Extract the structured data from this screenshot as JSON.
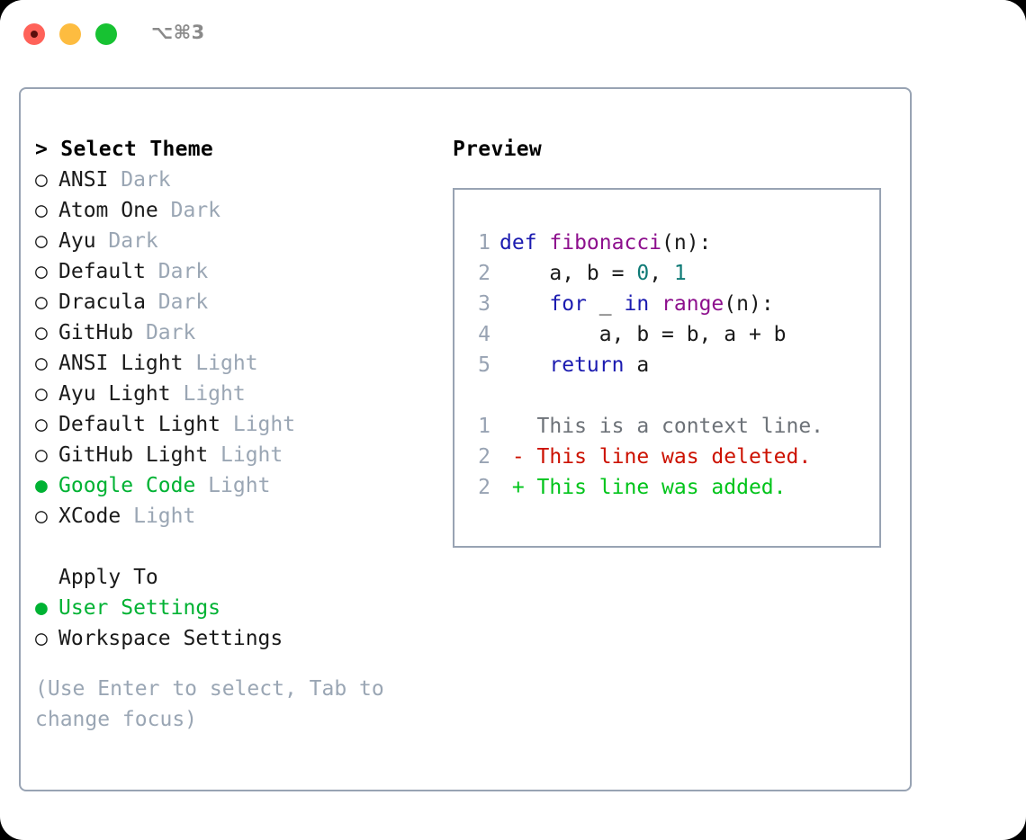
{
  "titlebar": {
    "shortcut": "⌥⌘3",
    "buttons": [
      {
        "name": "close",
        "color": "#ff6259"
      },
      {
        "name": "minimize",
        "color": "#fdbc40"
      },
      {
        "name": "maximize",
        "color": "#17c232"
      }
    ]
  },
  "colors": {
    "selection_green": "#00b233",
    "dim_gray": "#9aa6b4",
    "border": "#98a3b3",
    "keyword": "#1b1bb0",
    "function": "#8d0f8d",
    "number": "#0f7a76",
    "diff_delete": "#cc1100",
    "diff_add": "#00c41a",
    "context": "#6d7278"
  },
  "theme_picker": {
    "header": "> Select Theme",
    "items": [
      {
        "marker": "○",
        "name": "ANSI",
        "variant": "Dark",
        "selected": false
      },
      {
        "marker": "○",
        "name": "Atom One",
        "variant": "Dark",
        "selected": false
      },
      {
        "marker": "○",
        "name": "Ayu",
        "variant": "Dark",
        "selected": false
      },
      {
        "marker": "○",
        "name": "Default",
        "variant": "Dark",
        "selected": false
      },
      {
        "marker": "○",
        "name": "Dracula",
        "variant": "Dark",
        "selected": false
      },
      {
        "marker": "○",
        "name": "GitHub",
        "variant": "Dark",
        "selected": false
      },
      {
        "marker": "○",
        "name": "ANSI Light",
        "variant": "Light",
        "selected": false
      },
      {
        "marker": "○",
        "name": "Ayu Light",
        "variant": "Light",
        "selected": false
      },
      {
        "marker": "○",
        "name": "Default Light",
        "variant": "Light",
        "selected": false
      },
      {
        "marker": "○",
        "name": "GitHub Light",
        "variant": "Light",
        "selected": false
      },
      {
        "marker": "●",
        "name": "Google Code",
        "variant": "Light",
        "selected": true
      },
      {
        "marker": "○",
        "name": "XCode",
        "variant": "Light",
        "selected": false
      }
    ]
  },
  "apply_to": {
    "title": "Apply To",
    "options": [
      {
        "marker": "●",
        "label": "User Settings",
        "selected": true
      },
      {
        "marker": "○",
        "label": "Workspace Settings",
        "selected": false
      }
    ]
  },
  "hint": "(Use Enter to select, Tab to change focus)",
  "preview": {
    "title": "Preview",
    "code_lines": [
      {
        "lineno": "1",
        "tokens": [
          {
            "text": "def ",
            "type": "kw"
          },
          {
            "text": "fibonacci",
            "type": "fn"
          },
          {
            "text": "(n):",
            "type": "plain"
          }
        ]
      },
      {
        "lineno": "2",
        "tokens": [
          {
            "text": "    a, b = ",
            "type": "plain"
          },
          {
            "text": "0",
            "type": "num"
          },
          {
            "text": ", ",
            "type": "plain"
          },
          {
            "text": "1",
            "type": "num"
          }
        ]
      },
      {
        "lineno": "3",
        "tokens": [
          {
            "text": "    ",
            "type": "plain"
          },
          {
            "text": "for",
            "type": "kw"
          },
          {
            "text": " _ ",
            "type": "plain"
          },
          {
            "text": "in",
            "type": "kw"
          },
          {
            "text": " ",
            "type": "plain"
          },
          {
            "text": "range",
            "type": "fn"
          },
          {
            "text": "(n):",
            "type": "plain"
          }
        ]
      },
      {
        "lineno": "4",
        "tokens": [
          {
            "text": "        a, b = b, a + b",
            "type": "plain"
          }
        ]
      },
      {
        "lineno": "5",
        "tokens": [
          {
            "text": "    ",
            "type": "plain"
          },
          {
            "text": "return",
            "type": "kw"
          },
          {
            "text": " a",
            "type": "plain"
          }
        ]
      }
    ],
    "diff_lines": [
      {
        "lineno": "1",
        "tokens": [
          {
            "text": "   This is a context line.",
            "type": "ctx"
          }
        ]
      },
      {
        "lineno": "2",
        "tokens": [
          {
            "text": " - This line was deleted.",
            "type": "del"
          }
        ]
      },
      {
        "lineno": "2",
        "tokens": [
          {
            "text": " + This line was added.",
            "type": "add"
          }
        ]
      }
    ]
  }
}
